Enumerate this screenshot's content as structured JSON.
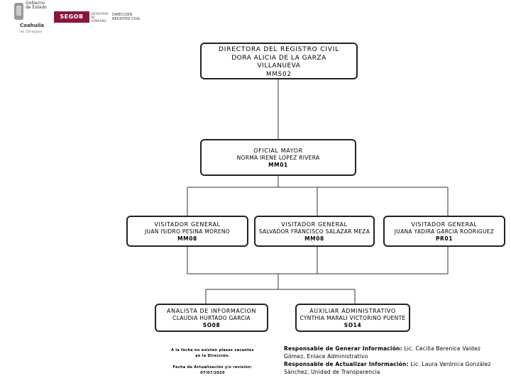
{
  "header": {
    "gov_logo_top": "Gobierno de Estado",
    "gov_logo_state": "Coahuila",
    "gov_logo_sub": "de Zaragoza",
    "segob": "SEGOB",
    "segob_sub": "SECRETARÍA DE GOBIERNO",
    "registry_line1": "DIRECCIÓN",
    "registry_line2": "REGISTRO CIVIL"
  },
  "org": {
    "director": {
      "title": "DIRECTORA DEL REGISTRO CIVIL",
      "name1": "DORA ALICIA DE LA GARZA",
      "name2": "VILLANUEVA",
      "code": "MMS02"
    },
    "oficial": {
      "title": "OFICIAL MAYOR",
      "name": "NORMA IRENE LOPEZ RIVERA",
      "code": "MM01"
    },
    "visitador1": {
      "title": "VISITADOR GENERAL",
      "name": "JUAN ISIDRO PESINA MORENO",
      "code": "MM08"
    },
    "visitador2": {
      "title": "VISITADOR GENERAL",
      "name": "SALVADOR FRANCISCO SALAZAR MEZA",
      "code": "MM08"
    },
    "visitador3": {
      "title": "VISITADOR GENERAL",
      "name": "JUANA YADIRA GARCIA RODRIGUEZ",
      "code": "PR01"
    },
    "analista": {
      "title": "ANALISTA DE INFORMACION",
      "name": "CLAUDIA HURTADO GARCIA",
      "code": "SO08"
    },
    "auxiliar": {
      "title": "AUXILIAR ADMINISTRATIVO",
      "name": "CYNTHIA MARALI VICTORINO PUENTE",
      "code": "SO14"
    }
  },
  "footer": {
    "note_line1": "A la fecha no existen plazas vacantes",
    "note_line2": "en la Dirección.",
    "update_label": "Fecha de Actualización y/o revisión:",
    "update_date": "07/07/2020",
    "gen_label": "Responsable de Generar Información:",
    "gen_value_1": "Lic. Cecilia Berenice Valdez",
    "gen_value_2": "Gómez, Enlace Administrativo",
    "upd_label": "Responsable de Actualizar Información:",
    "upd_value_1": "Lic. Laura Verónica González",
    "upd_value_2": "Sánchez, Unidad de Transparencia"
  },
  "colors": {
    "segob": "#8a1538",
    "line": "#333333",
    "border": "#222222"
  }
}
